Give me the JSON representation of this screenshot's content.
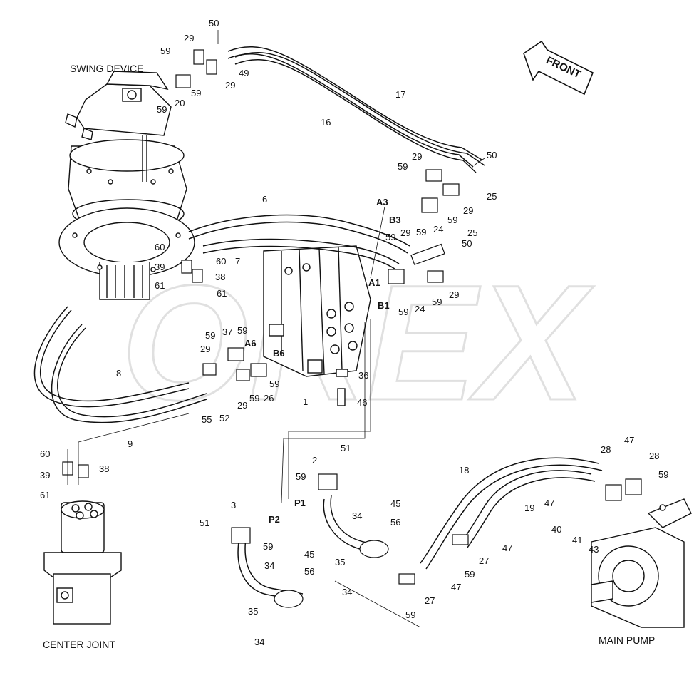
{
  "titles": {
    "swing_device": "SWING DEVICE",
    "center_joint": "CENTER JOINT",
    "main_pump": "MAIN PUMP",
    "front": "FRONT"
  },
  "watermark": "OREX",
  "part_callouts": [
    {
      "id": "c1",
      "text": "50"
    },
    {
      "id": "c2",
      "text": "29"
    },
    {
      "id": "c3",
      "text": "59"
    },
    {
      "id": "c4",
      "text": "49"
    },
    {
      "id": "c5",
      "text": "29"
    },
    {
      "id": "c6",
      "text": "59"
    },
    {
      "id": "c7",
      "text": "20"
    },
    {
      "id": "c8",
      "text": "59"
    },
    {
      "id": "c9",
      "text": "17"
    },
    {
      "id": "c10",
      "text": "16"
    },
    {
      "id": "c11",
      "text": "29"
    },
    {
      "id": "c12",
      "text": "59"
    },
    {
      "id": "c13",
      "text": "50"
    },
    {
      "id": "c14",
      "text": "25"
    },
    {
      "id": "c15",
      "text": "29"
    },
    {
      "id": "c16",
      "text": "6"
    },
    {
      "id": "c17",
      "text": "59"
    },
    {
      "id": "c18",
      "text": "24"
    },
    {
      "id": "c19",
      "text": "59"
    },
    {
      "id": "c20",
      "text": "25"
    },
    {
      "id": "c21",
      "text": "59"
    },
    {
      "id": "c22",
      "text": "29"
    },
    {
      "id": "c23",
      "text": "50"
    },
    {
      "id": "c24",
      "text": "60"
    },
    {
      "id": "c25",
      "text": "60"
    },
    {
      "id": "c26",
      "text": "7"
    },
    {
      "id": "c27",
      "text": "39"
    },
    {
      "id": "c28",
      "text": "38"
    },
    {
      "id": "c29",
      "text": "61"
    },
    {
      "id": "c30",
      "text": "61"
    },
    {
      "id": "c31",
      "text": "29"
    },
    {
      "id": "c32",
      "text": "59"
    },
    {
      "id": "c33",
      "text": "24"
    },
    {
      "id": "c34",
      "text": "59"
    },
    {
      "id": "c35",
      "text": "59"
    },
    {
      "id": "c36",
      "text": "37"
    },
    {
      "id": "c37",
      "text": "59"
    },
    {
      "id": "c38",
      "text": "29"
    },
    {
      "id": "c39",
      "text": "8"
    },
    {
      "id": "c40",
      "text": "36"
    },
    {
      "id": "c41",
      "text": "59"
    },
    {
      "id": "c42",
      "text": "59"
    },
    {
      "id": "c43",
      "text": "26"
    },
    {
      "id": "c44",
      "text": "29"
    },
    {
      "id": "c45",
      "text": "55"
    },
    {
      "id": "c46",
      "text": "52"
    },
    {
      "id": "c47",
      "text": "1"
    },
    {
      "id": "c48",
      "text": "46"
    },
    {
      "id": "c49",
      "text": "9"
    },
    {
      "id": "c50",
      "text": "60"
    },
    {
      "id": "c51",
      "text": "39"
    },
    {
      "id": "c52",
      "text": "38"
    },
    {
      "id": "c53",
      "text": "61"
    },
    {
      "id": "c54",
      "text": "2"
    },
    {
      "id": "c55",
      "text": "51"
    },
    {
      "id": "c56",
      "text": "59"
    },
    {
      "id": "c57",
      "text": "18"
    },
    {
      "id": "c58",
      "text": "47"
    },
    {
      "id": "c59",
      "text": "28"
    },
    {
      "id": "c60",
      "text": "28"
    },
    {
      "id": "c61",
      "text": "59"
    },
    {
      "id": "c62",
      "text": "19"
    },
    {
      "id": "c63",
      "text": "47"
    },
    {
      "id": "c64",
      "text": "3"
    },
    {
      "id": "c65",
      "text": "51"
    },
    {
      "id": "c66",
      "text": "59"
    },
    {
      "id": "c67",
      "text": "45"
    },
    {
      "id": "c68",
      "text": "34"
    },
    {
      "id": "c69",
      "text": "56"
    },
    {
      "id": "c70",
      "text": "40"
    },
    {
      "id": "c71",
      "text": "41"
    },
    {
      "id": "c72",
      "text": "43"
    },
    {
      "id": "c73",
      "text": "47"
    },
    {
      "id": "c74",
      "text": "27"
    },
    {
      "id": "c75",
      "text": "59"
    },
    {
      "id": "c76",
      "text": "45"
    },
    {
      "id": "c77",
      "text": "35"
    },
    {
      "id": "c78",
      "text": "34"
    },
    {
      "id": "c79",
      "text": "56"
    },
    {
      "id": "c80",
      "text": "47"
    },
    {
      "id": "c81",
      "text": "27"
    },
    {
      "id": "c82",
      "text": "34"
    },
    {
      "id": "c83",
      "text": "35"
    },
    {
      "id": "c84",
      "text": "59"
    },
    {
      "id": "c85",
      "text": "34"
    }
  ],
  "port_labels": [
    {
      "id": "p1",
      "text": "A3"
    },
    {
      "id": "p2",
      "text": "B3"
    },
    {
      "id": "p3",
      "text": "A1"
    },
    {
      "id": "p4",
      "text": "B1"
    },
    {
      "id": "p5",
      "text": "A6"
    },
    {
      "id": "p6",
      "text": "B6"
    },
    {
      "id": "p7",
      "text": "P1"
    },
    {
      "id": "p8",
      "text": "P2"
    }
  ]
}
